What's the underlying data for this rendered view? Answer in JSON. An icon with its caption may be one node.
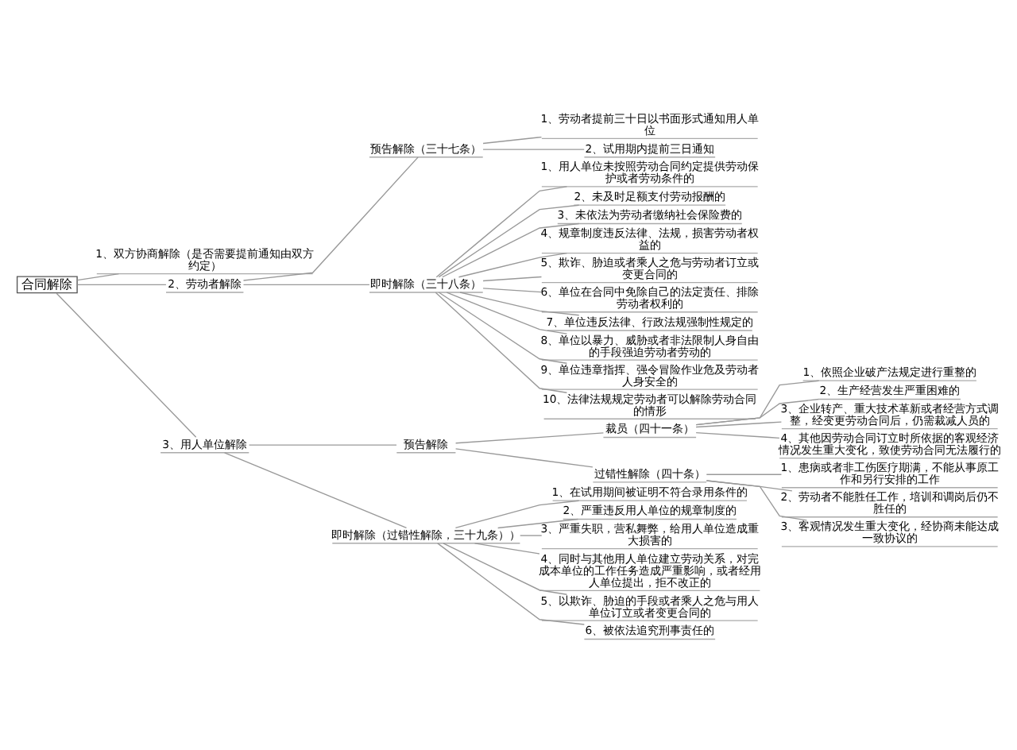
{
  "diagram": {
    "nodes": [
      {
        "text": [
          "合同解除"
        ]
      },
      {
        "text": [
          "1、双方协商解除（是否需要提前通知由双方约定）"
        ]
      },
      {
        "text": [
          "2、劳动者解除"
        ]
      },
      {
        "text": [
          "预告解除（三十七条）"
        ]
      },
      {
        "text": [
          "1、劳动者提前三十日以书面形式通知用人单位"
        ]
      },
      {
        "text": [
          "2、试用期内提前三日通知"
        ]
      },
      {
        "text": [
          "即时解除（三十八条）"
        ]
      },
      {
        "text": [
          "1、用人单位未按照劳动合同约定提供劳动保护或者劳动条件的"
        ]
      },
      {
        "text": [
          "2、未及时足额支付劳动报酬的"
        ]
      },
      {
        "text": [
          "3、未依法为劳动者缴纳社会保险费的"
        ]
      },
      {
        "text": [
          "4、规章制度违反法律、法规，损害劳动者权益的"
        ]
      },
      {
        "text": [
          "5、欺诈、胁迫或者乘人之危与劳动者订立或变更合同的"
        ]
      },
      {
        "text": [
          "6、单位在合同中免除自己的法定责任、排除劳动者权利的"
        ]
      },
      {
        "text": [
          "7、单位违反法律、行政法规强制性规定的"
        ]
      },
      {
        "text": [
          "8、单位以暴力、威胁或者非法限制人身自由的手段强迫劳动者劳动的"
        ]
      },
      {
        "text": [
          "9、单位违章指挥、强令冒险作业危及劳动者人身安全的"
        ]
      },
      {
        "text": [
          "10、法律法规规定劳动者可以解除劳动合同的情形"
        ]
      },
      {
        "text": [
          "3、用人单位解除"
        ]
      },
      {
        "text": [
          "预告解除"
        ]
      },
      {
        "text": [
          "裁员（四十一条）"
        ]
      },
      {
        "text": [
          "1、依照企业破产法规定进行重整的"
        ]
      },
      {
        "text": [
          "2、生产经营发生严重困难的"
        ]
      },
      {
        "text": [
          "3、企业转产、重大技术革新或者经营方式调整，经变更劳动合同后，仍需裁减人员的"
        ]
      },
      {
        "text": [
          "4、其他因劳动合同订立时所依据的客观经济情况发生重大变化，致使劳动合同无法履行的"
        ]
      },
      {
        "text": [
          "过错性解除（四十条）"
        ]
      },
      {
        "text": [
          "1、患病或者非工伤医疗期满，不能从事原工作和另行安排的工作"
        ]
      },
      {
        "text": [
          "2、劳动者不能胜任工作，培训和调岗后仍不胜任的"
        ]
      },
      {
        "text": [
          "3、客观情况发生重大变化，经协商未能达成一致协议的"
        ]
      },
      {
        "text": [
          "即时解除（过错性解除，三十九条））"
        ]
      },
      {
        "text": [
          "1、在试用期间被证明不符合录用条件的"
        ]
      },
      {
        "text": [
          "2、严重违反用人单位的规章制度的"
        ]
      },
      {
        "text": [
          "3、严重失职，营私舞弊，给用人单位造成重大损害的"
        ]
      },
      {
        "text": [
          "4、同时与其他用人单位建立劳动关系，对完成本单位的工作任务造成严重影响，或者经用人单位提出，拒不改正的"
        ]
      },
      {
        "text": [
          "5、以欺诈、胁迫的手段或者乘人之危与用人单位订立或者变更合同的"
        ]
      },
      {
        "text": [
          "6、被依法追究刑事责任的"
        ]
      }
    ],
    "edges": [
      {
        "from": 0,
        "to": 1,
        "arrow": "none"
      },
      {
        "from": 0,
        "to": 2,
        "arrow": "none"
      },
      {
        "from": 2,
        "to": 3,
        "arrow": "none"
      },
      {
        "from": 3,
        "to": 4,
        "arrow": "none"
      },
      {
        "from": 3,
        "to": 5,
        "arrow": "none"
      },
      {
        "from": 2,
        "to": 6,
        "arrow": "none"
      },
      {
        "from": 6,
        "to": 7,
        "arrow": "none"
      },
      {
        "from": 6,
        "to": 8,
        "arrow": "none"
      },
      {
        "from": 6,
        "to": 9,
        "arrow": "none"
      },
      {
        "from": 6,
        "to": 10,
        "arrow": "none"
      },
      {
        "from": 6,
        "to": 11,
        "arrow": "none"
      },
      {
        "from": 6,
        "to": 12,
        "arrow": "none"
      },
      {
        "from": 6,
        "to": 13,
        "arrow": "none"
      },
      {
        "from": 6,
        "to": 14,
        "arrow": "none"
      },
      {
        "from": 6,
        "to": 15,
        "arrow": "none"
      },
      {
        "from": 6,
        "to": 16,
        "arrow": "none"
      },
      {
        "from": 0,
        "to": 17,
        "arrow": "none"
      },
      {
        "from": 17,
        "to": 18,
        "arrow": "none"
      },
      {
        "from": 18,
        "to": 19,
        "arrow": "none"
      },
      {
        "from": 19,
        "to": 20,
        "arrow": "none"
      },
      {
        "from": 19,
        "to": 21,
        "arrow": "none"
      },
      {
        "from": 19,
        "to": 22,
        "arrow": "none"
      },
      {
        "from": 19,
        "to": 23,
        "arrow": "none"
      },
      {
        "from": 18,
        "to": 24,
        "arrow": "none"
      },
      {
        "from": 24,
        "to": 25,
        "arrow": "none"
      },
      {
        "from": 24,
        "to": 26,
        "arrow": "none"
      },
      {
        "from": 24,
        "to": 27,
        "arrow": "none"
      },
      {
        "from": 17,
        "to": 28,
        "arrow": "none"
      },
      {
        "from": 28,
        "to": 29,
        "arrow": "none"
      },
      {
        "from": 28,
        "to": 30,
        "arrow": "none"
      },
      {
        "from": 28,
        "to": 31,
        "arrow": "none"
      },
      {
        "from": 28,
        "to": 32,
        "arrow": "none"
      },
      {
        "from": 28,
        "to": 33,
        "arrow": "none"
      },
      {
        "from": 28,
        "to": 34,
        "arrow": "none"
      }
    ]
  }
}
